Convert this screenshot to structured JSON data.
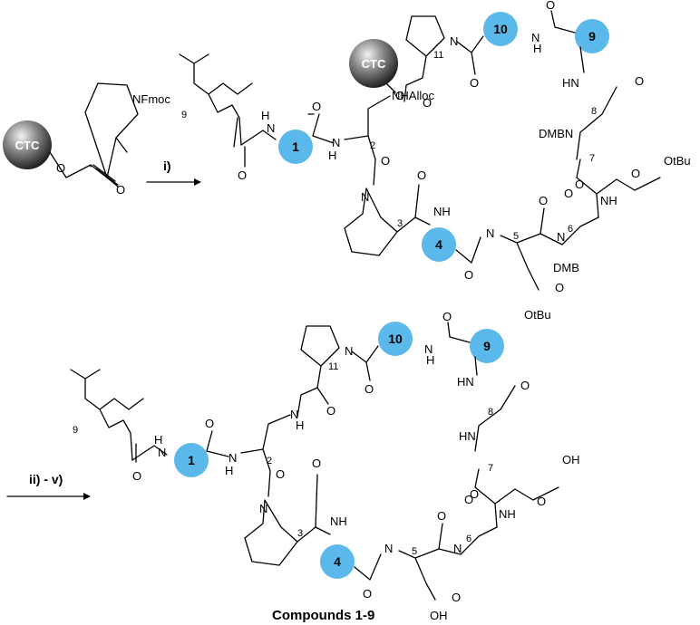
{
  "resin_label": "CTC",
  "start_material": {
    "protecting_group": "NFmoc"
  },
  "steps": {
    "first": "i)",
    "second": "ii) - v)"
  },
  "intermediate": {
    "chain_repeat": "9",
    "side_chain_label": "NHAlloc",
    "dmb_labels": [
      "DMBN",
      "DMB"
    ],
    "ester_labels": [
      "OtBu",
      "OtBu"
    ],
    "residues": [
      "1",
      "2",
      "3",
      "4",
      "5",
      "6",
      "7",
      "8",
      "9",
      "10",
      "11"
    ]
  },
  "product": {
    "chain_repeat": "9",
    "acid_label": "OH",
    "residues": [
      "1",
      "2",
      "3",
      "4",
      "5",
      "6",
      "7",
      "8",
      "9",
      "10",
      "11"
    ]
  },
  "circle_color": "#5ab8ea",
  "caption": "Compounds 1-9"
}
